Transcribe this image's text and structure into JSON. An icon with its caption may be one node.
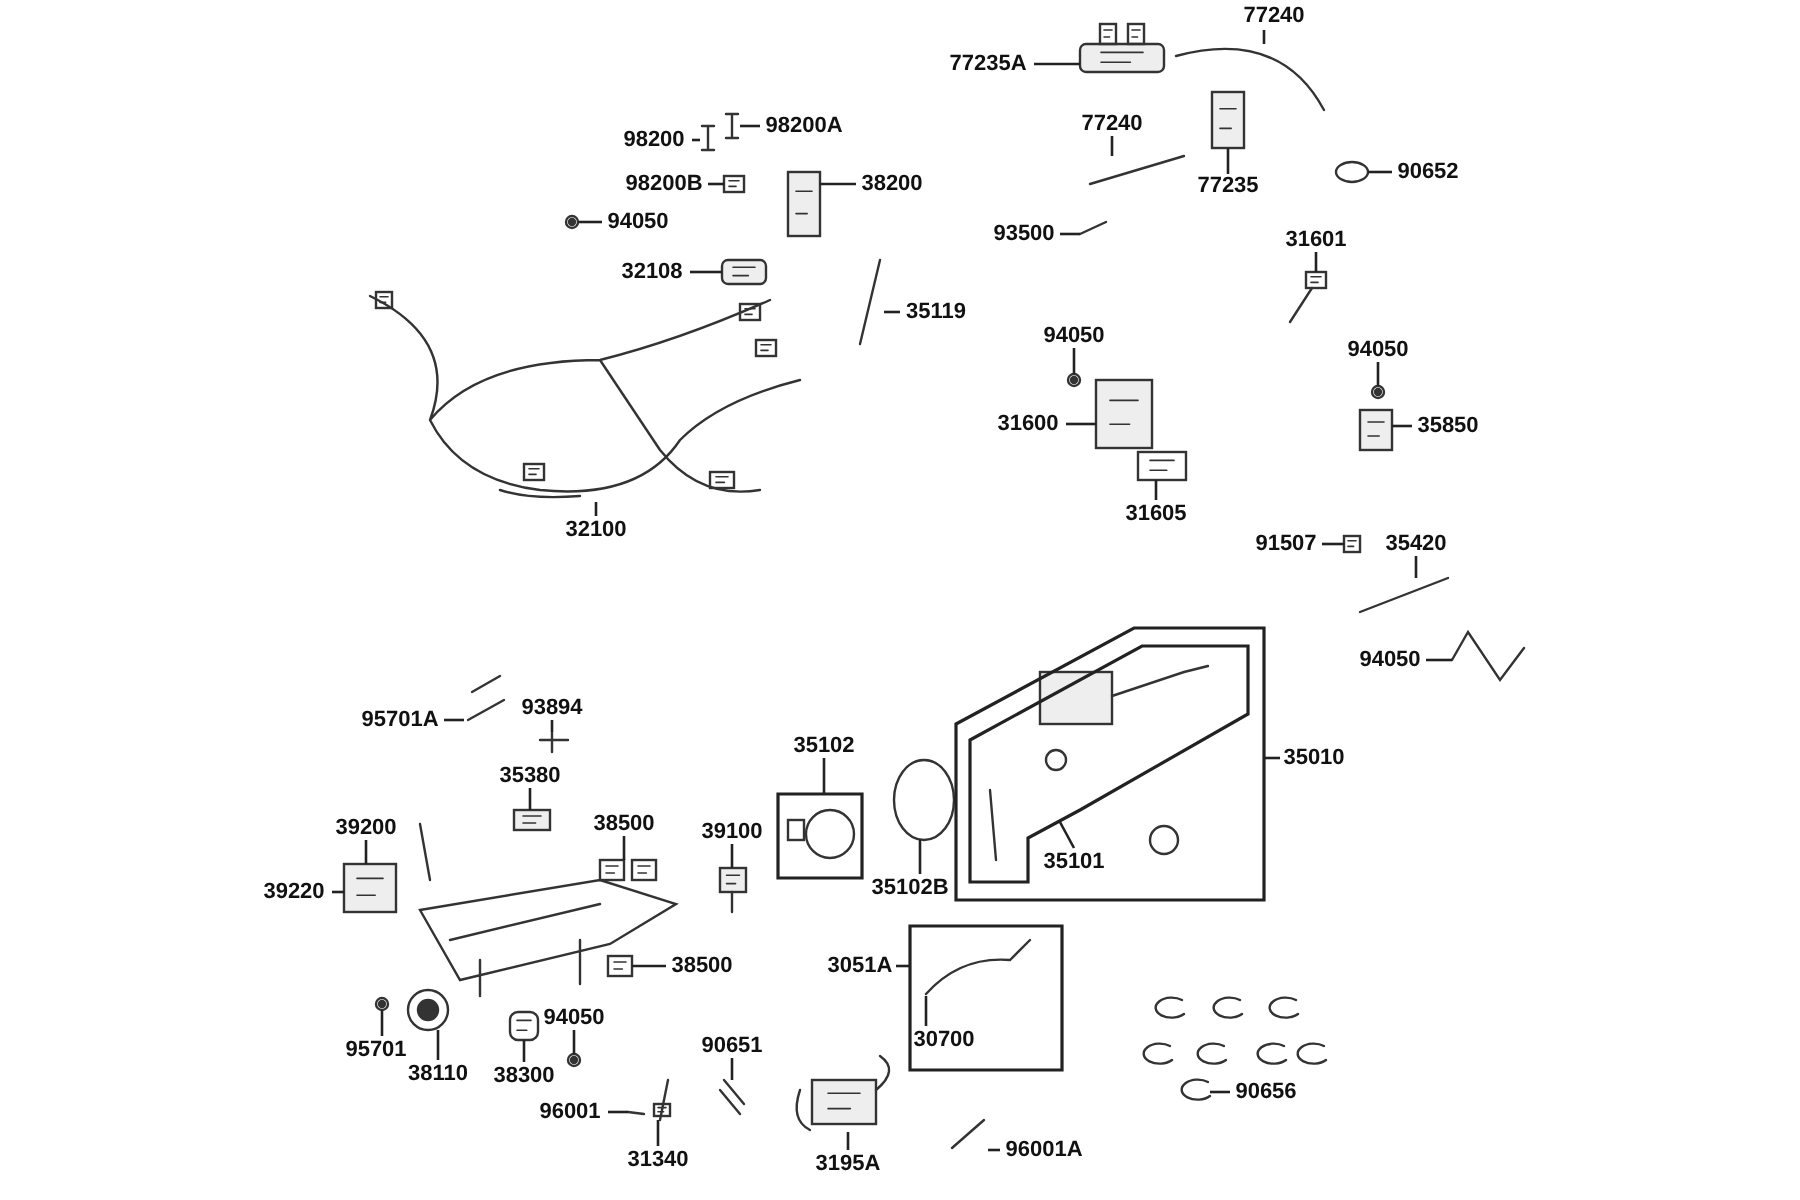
{
  "diagram": {
    "nodes": [
      {
        "text": [
          "77235A"
        ]
      },
      {
        "text": [
          "77240"
        ]
      },
      {
        "text": [
          "98200"
        ]
      },
      {
        "text": [
          "98200A"
        ]
      },
      {
        "text": [
          "77240"
        ]
      },
      {
        "text": [
          "77235"
        ]
      },
      {
        "text": [
          "90652"
        ]
      },
      {
        "text": [
          "98200B"
        ]
      },
      {
        "text": [
          "38200"
        ]
      },
      {
        "text": [
          "94050"
        ]
      },
      {
        "text": [
          "93500"
        ]
      },
      {
        "text": [
          "31601"
        ]
      },
      {
        "text": [
          "32108"
        ]
      },
      {
        "text": [
          "35119"
        ]
      },
      {
        "text": [
          "94050"
        ]
      },
      {
        "text": [
          "94050"
        ]
      },
      {
        "text": [
          "31600"
        ]
      },
      {
        "text": [
          "35850"
        ]
      },
      {
        "text": [
          "32100"
        ]
      },
      {
        "text": [
          "31605"
        ]
      },
      {
        "text": [
          "91507"
        ]
      },
      {
        "text": [
          "35420"
        ]
      },
      {
        "text": [
          "94050"
        ]
      },
      {
        "text": [
          "95701A"
        ]
      },
      {
        "text": [
          "93894"
        ]
      },
      {
        "text": [
          "35380"
        ]
      },
      {
        "text": [
          "35102"
        ]
      },
      {
        "text": [],
        "shape": "box"
      },
      {
        "text": [
          "35102B"
        ]
      },
      {
        "text": [
          "35010"
        ]
      },
      {
        "text": [],
        "shape": "box"
      },
      {
        "text": [],
        "shape": "box",
        "in": 30
      },
      {
        "text": [
          "35101"
        ],
        "in": 30
      },
      {
        "text": [
          "39200"
        ]
      },
      {
        "text": [
          "38500"
        ]
      },
      {
        "text": [
          "39100"
        ]
      },
      {
        "text": [
          "39220"
        ]
      },
      {
        "text": [
          "38500"
        ]
      },
      {
        "text": [
          "3051A"
        ]
      },
      {
        "text": [],
        "shape": "box"
      },
      {
        "text": [
          "30700"
        ],
        "in": 39
      },
      {
        "text": [
          "95701"
        ]
      },
      {
        "text": [
          "38110"
        ]
      },
      {
        "text": [
          "94050"
        ]
      },
      {
        "text": [
          "90651"
        ]
      },
      {
        "text": [
          "38300"
        ]
      },
      {
        "text": [
          "90656"
        ]
      },
      {
        "text": [
          "96001"
        ]
      },
      {
        "text": [
          "31340"
        ]
      },
      {
        "text": [
          "3195A"
        ]
      },
      {
        "text": [
          "96001A"
        ]
      },
      {
        "text": [],
        "shape": "picture"
      },
      {
        "text": [],
        "shape": "picture"
      },
      {
        "text": [],
        "shape": "picture"
      },
      {
        "text": [],
        "shape": "picture"
      },
      {
        "text": [],
        "shape": "picture"
      },
      {
        "text": [],
        "shape": "picture"
      },
      {
        "text": [],
        "shape": "picture"
      },
      {
        "text": [],
        "shape": "picture"
      },
      {
        "text": [],
        "shape": "picture"
      },
      {
        "text": [],
        "shape": "picture"
      },
      {
        "text": [],
        "shape": "picture"
      },
      {
        "text": [],
        "shape": "picture"
      },
      {
        "text": [],
        "shape": "picture"
      },
      {
        "text": [],
        "shape": "picture"
      },
      {
        "text": [],
        "shape": "picture"
      },
      {
        "text": [],
        "shape": "picture"
      },
      {
        "text": [],
        "shape": "picture"
      },
      {
        "text": [],
        "shape": "picture"
      },
      {
        "text": [],
        "shape": "picture"
      },
      {
        "text": [],
        "shape": "picture"
      },
      {
        "text": [],
        "shape": "picture"
      },
      {
        "text": [],
        "shape": "picture"
      },
      {
        "text": [],
        "shape": "picture"
      },
      {
        "text": [],
        "shape": "picture"
      },
      {
        "text": [],
        "shape": "picture"
      },
      {
        "text": [],
        "shape": "picture"
      },
      {
        "text": [],
        "shape": "picture"
      },
      {
        "text": [],
        "shape": "picture"
      },
      {
        "text": [],
        "shape": "picture"
      },
      {
        "text": [],
        "shape": "picture"
      },
      {
        "text": [],
        "shape": "picture"
      },
      {
        "text": [],
        "shape": "picture",
        "in": 39
      },
      {
        "text": [],
        "shape": "picture"
      },
      {
        "text": [],
        "shape": "picture"
      },
      {
        "text": [],
        "shape": "picture"
      },
      {
        "text": [],
        "shape": "picture"
      },
      {
        "text": [],
        "shape": "picture"
      },
      {
        "text": [],
        "shape": "picture"
      },
      {
        "text": [],
        "shape": "picture"
      },
      {
        "text": [],
        "shape": "picture"
      },
      {
        "text": [],
        "shape": "picture"
      },
      {
        "text": [],
        "shape": "picture"
      }
    ],
    "edges": [
      {
        "from": 0,
        "to": 51,
        "arrow": "none"
      },
      {
        "from": 1,
        "to": 52,
        "arrow": "none"
      },
      {
        "from": 2,
        "to": 53,
        "arrow": "none"
      },
      {
        "from": 3,
        "to": 54,
        "arrow": "none"
      },
      {
        "from": 4,
        "to": 55,
        "arrow": "none"
      },
      {
        "from": 5,
        "to": 56,
        "arrow": "none"
      },
      {
        "from": 6,
        "to": 57,
        "arrow": "none"
      },
      {
        "from": 7,
        "to": 58,
        "arrow": "none"
      },
      {
        "from": 8,
        "to": 59,
        "arrow": "none"
      },
      {
        "from": 9,
        "to": 60,
        "arrow": "none"
      },
      {
        "from": 10,
        "to": 61,
        "arrow": "none"
      },
      {
        "from": 11,
        "to": 62,
        "arrow": "none"
      },
      {
        "from": 12,
        "to": 63,
        "arrow": "none"
      },
      {
        "from": 13,
        "to": 64,
        "arrow": "none"
      },
      {
        "from": 14,
        "to": 65,
        "arrow": "none"
      },
      {
        "from": 15,
        "to": 66,
        "arrow": "none"
      },
      {
        "from": 16,
        "to": 67,
        "arrow": "none"
      },
      {
        "from": 17,
        "to": 68,
        "arrow": "none"
      },
      {
        "from": 18,
        "to": 69,
        "arrow": "none"
      },
      {
        "from": 19,
        "to": 70,
        "arrow": "none"
      },
      {
        "from": 20,
        "to": 71,
        "arrow": "none"
      },
      {
        "from": 21,
        "to": 72,
        "arrow": "none"
      },
      {
        "from": 22,
        "to": 73,
        "arrow": "none"
      },
      {
        "from": 23,
        "to": 74,
        "arrow": "none"
      },
      {
        "from": 24,
        "to": 75,
        "arrow": "none"
      },
      {
        "from": 25,
        "to": 76,
        "arrow": "none"
      },
      {
        "from": 26,
        "to": 27,
        "arrow": "none"
      },
      {
        "from": 28,
        "to": 77,
        "arrow": "none"
      },
      {
        "from": 29,
        "to": 30,
        "arrow": "none"
      },
      {
        "from": 32,
        "to": 31,
        "arrow": "none"
      },
      {
        "from": 33,
        "to": 78,
        "arrow": "none"
      },
      {
        "from": 34,
        "to": 79,
        "arrow": "none"
      },
      {
        "from": 35,
        "to": 80,
        "arrow": "none"
      },
      {
        "from": 36,
        "to": 78,
        "arrow": "none"
      },
      {
        "from": 37,
        "to": 81,
        "arrow": "none"
      },
      {
        "from": 38,
        "to": 39,
        "arrow": "none"
      },
      {
        "from": 40,
        "to": 82,
        "arrow": "none"
      },
      {
        "from": 41,
        "to": 83,
        "arrow": "none"
      },
      {
        "from": 42,
        "to": 84,
        "arrow": "none"
      },
      {
        "from": 43,
        "to": 85,
        "arrow": "none"
      },
      {
        "from": 44,
        "to": 86,
        "arrow": "none"
      },
      {
        "from": 45,
        "to": 87,
        "arrow": "none"
      },
      {
        "from": 46,
        "to": 88,
        "arrow": "none"
      },
      {
        "from": 47,
        "to": 89,
        "arrow": "none"
      },
      {
        "from": 48,
        "to": 90,
        "arrow": "none"
      },
      {
        "from": 49,
        "to": 91,
        "arrow": "none"
      },
      {
        "from": 50,
        "to": 92,
        "arrow": "none"
      }
    ]
  }
}
